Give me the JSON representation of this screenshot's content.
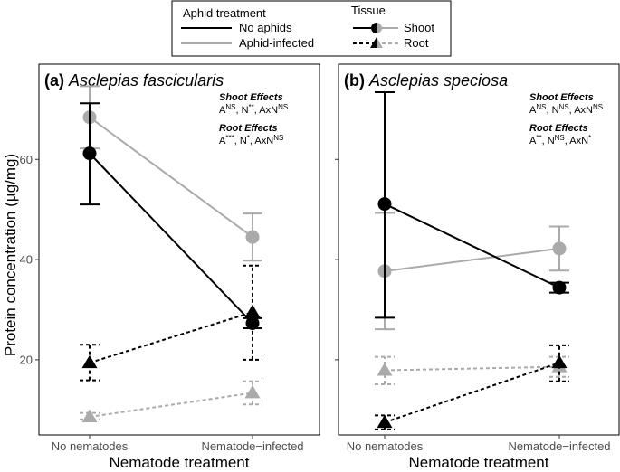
{
  "legend": {
    "aphid_title": "Aphid treatment",
    "aphid_items": [
      {
        "label": "No aphids",
        "color": "#000000"
      },
      {
        "label": "Aphid-infected",
        "color": "#aaaaaa"
      }
    ],
    "tissue_title": "Tissue",
    "tissue_items": [
      {
        "label": "Shoot",
        "shape": "circle",
        "line": "solid"
      },
      {
        "label": "Root",
        "shape": "triangle",
        "line": "dashed"
      }
    ]
  },
  "ylabel": "Protein concentration (µg/mg)",
  "xlabel": "Nematode treatment",
  "chart_data": [
    {
      "type": "line",
      "title_prefix": "(a)",
      "title_species": "Asclepias fascicularis",
      "categories": [
        "No nematodes",
        "Nematode−infected"
      ],
      "xlabel": "Nematode treatment",
      "ylabel": "Protein concentration (µg/mg)",
      "yticks": [
        20,
        40,
        60
      ],
      "ylim": [
        5,
        79
      ],
      "grid": false,
      "annotations": [
        {
          "heading": "Shoot Effects",
          "parts": [
            [
              "A",
              "NS"
            ],
            [
              "N",
              "**"
            ],
            [
              "AxN",
              "NS"
            ]
          ]
        },
        {
          "heading": "Root Effects",
          "parts": [
            [
              "A",
              "***"
            ],
            [
              "N",
              "*"
            ],
            [
              "AxN",
              "NS"
            ]
          ]
        }
      ],
      "series": [
        {
          "tissue": "Shoot",
          "aphid": "No aphids",
          "color": "#000000",
          "values": [
            61.2,
            27.3
          ],
          "err_low": [
            51.0,
            26.3
          ],
          "err_high": [
            71.2,
            28.3
          ]
        },
        {
          "tissue": "Shoot",
          "aphid": "Aphid-infected",
          "color": "#aaaaaa",
          "values": [
            68.4,
            44.5
          ],
          "err_low": [
            62.2,
            39.8
          ],
          "err_high": [
            74.6,
            49.2
          ]
        },
        {
          "tissue": "Root",
          "aphid": "No aphids",
          "color": "#000000",
          "values": [
            19.4,
            29.5
          ],
          "err_low": [
            15.9,
            20.0
          ],
          "err_high": [
            23.0,
            38.8
          ]
        },
        {
          "tissue": "Root",
          "aphid": "Aphid-infected",
          "color": "#aaaaaa",
          "values": [
            8.6,
            13.4
          ],
          "err_low": [
            8.1,
            11.1
          ],
          "err_high": [
            9.4,
            15.7
          ]
        }
      ]
    },
    {
      "type": "line",
      "title_prefix": "(b)",
      "title_species": "Asclepias speciosa",
      "categories": [
        "No nematodes",
        "Nematode−infected"
      ],
      "xlabel": "Nematode treatment",
      "ylabel": "Protein concentration (µg/mg)",
      "yticks": [
        20,
        40,
        60
      ],
      "ylim": [
        5,
        79
      ],
      "grid": false,
      "annotations": [
        {
          "heading": "Shoot Effects",
          "parts": [
            [
              "A",
              "NS"
            ],
            [
              "N",
              "NS"
            ],
            [
              "AxN",
              "NS"
            ]
          ]
        },
        {
          "heading": "Root Effects",
          "parts": [
            [
              "A",
              "**"
            ],
            [
              "N",
              "NS"
            ],
            [
              "AxN",
              "*"
            ]
          ]
        }
      ],
      "series": [
        {
          "tissue": "Shoot",
          "aphid": "No aphids",
          "color": "#000000",
          "values": [
            51.1,
            34.4
          ],
          "err_low": [
            28.4,
            33.4
          ],
          "err_high": [
            73.4,
            35.4
          ]
        },
        {
          "tissue": "Shoot",
          "aphid": "Aphid-infected",
          "color": "#aaaaaa",
          "values": [
            37.7,
            42.2
          ],
          "err_low": [
            26.1,
            37.8
          ],
          "err_high": [
            49.3,
            46.6
          ]
        },
        {
          "tissue": "Root",
          "aphid": "No aphids",
          "color": "#000000",
          "values": [
            7.5,
            19.4
          ],
          "err_low": [
            6.1,
            15.7
          ],
          "err_high": [
            8.9,
            22.9
          ]
        },
        {
          "tissue": "Root",
          "aphid": "Aphid-infected",
          "color": "#aaaaaa",
          "values": [
            17.9,
            18.6
          ],
          "err_low": [
            15.1,
            16.6
          ],
          "err_high": [
            20.6,
            20.6
          ]
        }
      ]
    }
  ]
}
